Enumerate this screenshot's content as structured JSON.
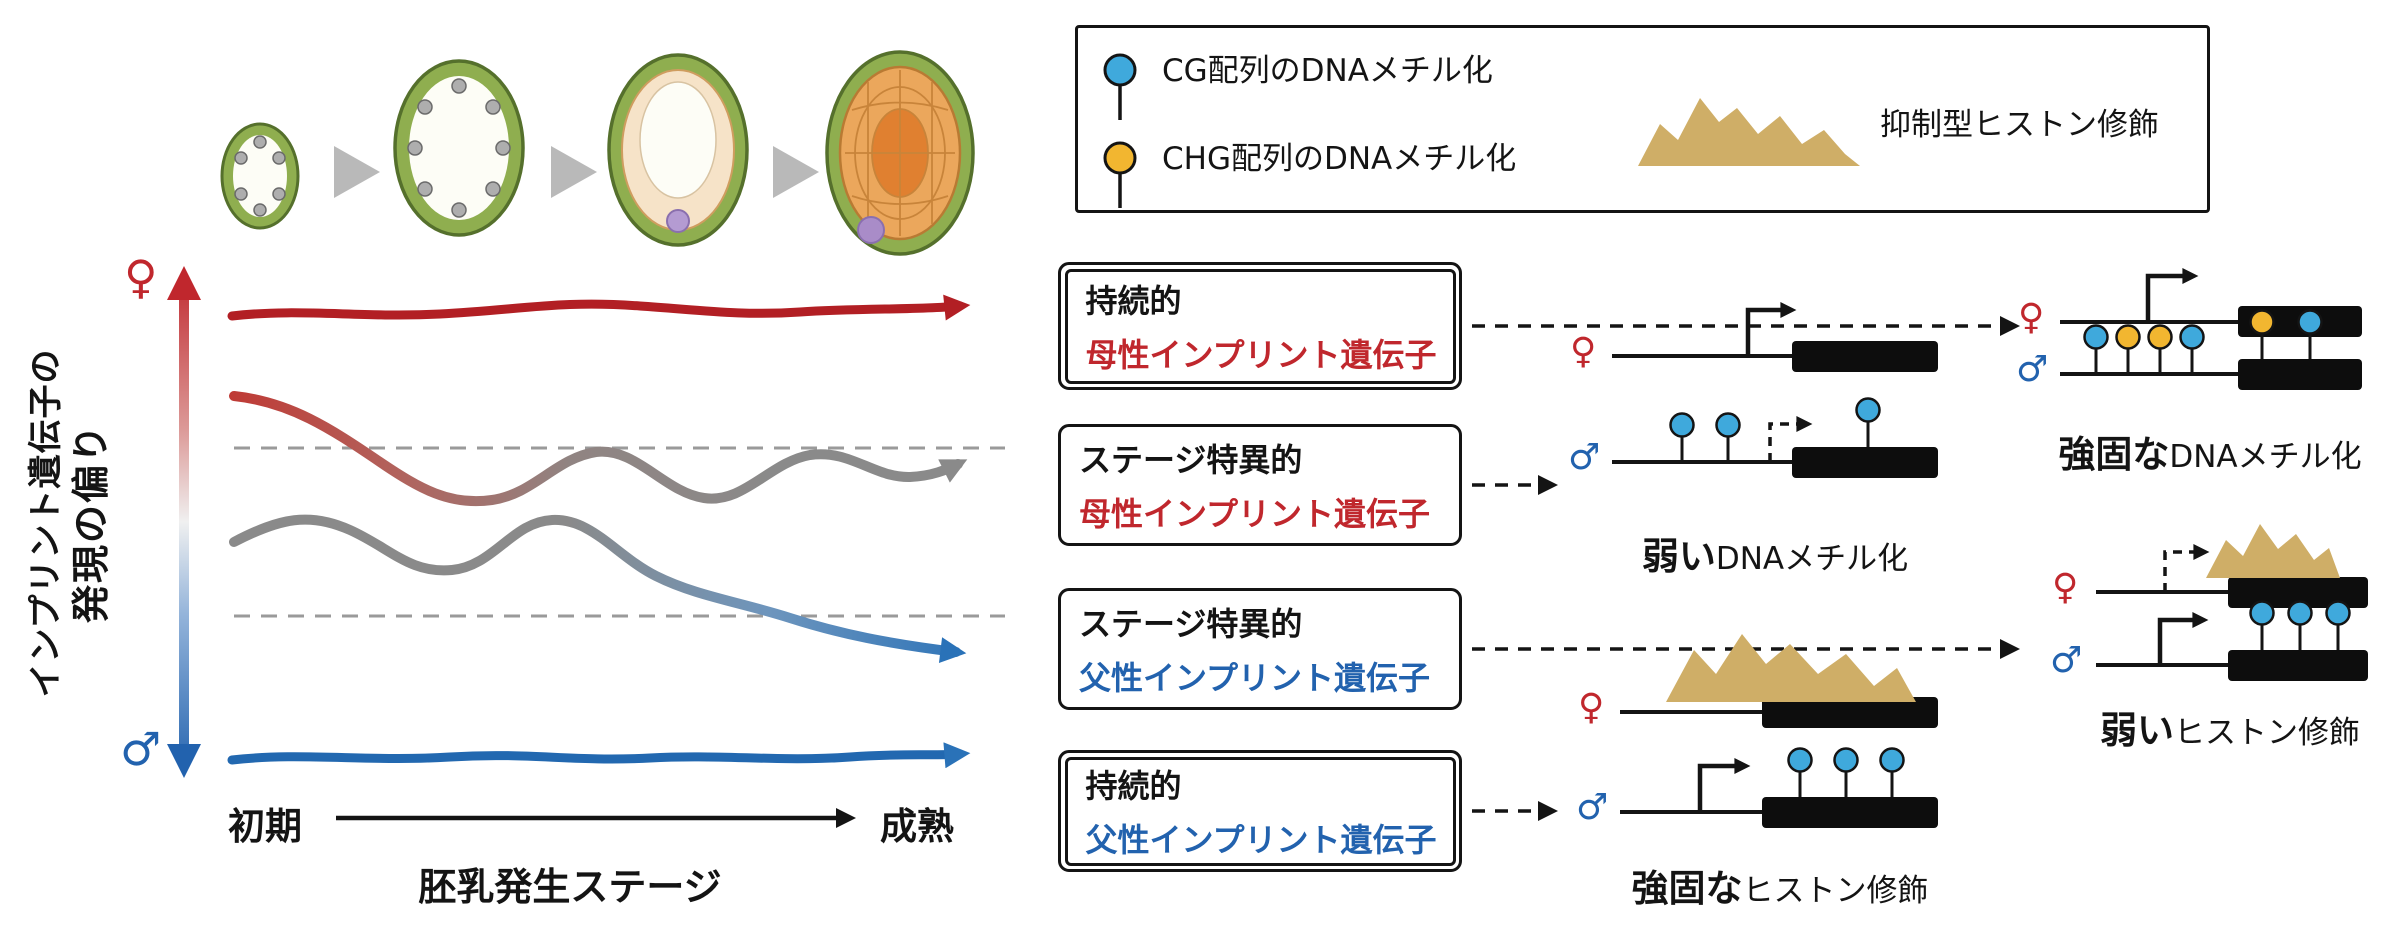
{
  "symbols": {
    "female": "♀",
    "male": "♂"
  },
  "colors": {
    "maternal": "#c0272d",
    "paternal": "#2262ae",
    "persistent_maternal_curve": "#b21f24",
    "persistent_paternal_curve": "#2268b0",
    "neutral_gray": "#8a8a8a",
    "cg_methylation": "#3fa9dc",
    "chg_methylation": "#f2b630",
    "histone_mark": "#cfae67",
    "stage_arrow_gray": "#b9b9b9"
  },
  "left_plot": {
    "y_axis_title_line1": "インプリント遺伝子の",
    "y_axis_title_line2": "発現の偏り",
    "x_start_label": "初期",
    "x_end_label": "成熟",
    "x_axis_title": "胚乳発生ステージ",
    "seed_stage_count": 4,
    "curves": [
      {
        "name": "persistent-maternal",
        "color": "#b21f24",
        "description": "stays maternal-biased (high, red) across all stages with small fluctuations"
      },
      {
        "name": "stage-specific-maternal",
        "color": "red-to-gray gradient",
        "description": "starts maternal-biased (red), fades to gray while oscillating around the upper neutral dashed line"
      },
      {
        "name": "stage-specific-paternal",
        "color": "gray-to-blue gradient",
        "description": "starts neutral (gray), oscillates, then shifts downward into paternal bias (blue)"
      },
      {
        "name": "persistent-paternal",
        "color": "#2268b0",
        "description": "stays paternal-biased (low, blue) across all stages with small fluctuations"
      }
    ]
  },
  "legend": {
    "items": [
      {
        "icon": "cg-methylation-pin",
        "label": "CG配列のDNAメチル化"
      },
      {
        "icon": "chg-methylation-pin",
        "label": "CHG配列のDNAメチル化"
      },
      {
        "icon": "repressive-histone-mound",
        "label": "抑制型ヒストン修飾"
      }
    ]
  },
  "categories": [
    {
      "line1": "持続的",
      "line2": "母性インプリント遺伝子",
      "parent": "maternal",
      "frame": "double"
    },
    {
      "line1": "ステージ特異的",
      "line2": "母性インプリント遺伝子",
      "parent": "maternal",
      "frame": "single"
    },
    {
      "line1": "ステージ特異的",
      "line2": "父性インプリント遺伝子",
      "parent": "paternal",
      "frame": "single"
    },
    {
      "line1": "持続的",
      "line2": "父性インプリント遺伝子",
      "parent": "paternal",
      "frame": "double"
    }
  ],
  "gene_diagrams": [
    {
      "name": "robust-dna-methylation",
      "label_bold": "強固な",
      "label_rest": "DNAメチル化",
      "maternal_allele": "expressed (solid bent arrow)",
      "paternal_allele": "silenced by dense CG + CHG methylation",
      "paternal_pins": [
        "cg",
        "chg",
        "chg",
        "cg",
        "chg",
        "cg"
      ]
    },
    {
      "name": "weak-dna-methylation",
      "label_bold": "弱い",
      "label_rest": "DNAメチル化",
      "maternal_allele": "expressed (solid bent arrow)",
      "paternal_allele": "weakly expressed (dashed bent arrow), sparse CG methylation",
      "paternal_pins": [
        "cg",
        "cg",
        "cg"
      ]
    },
    {
      "name": "weak-histone-modification",
      "label_bold": "弱い",
      "label_rest": "ヒストン修飾",
      "maternal_allele": "weakly expressed (dashed bent arrow), small repressive histone mound",
      "paternal_allele": "expressed (solid bent arrow), CG pins on gene body",
      "paternal_pins": [
        "cg",
        "cg",
        "cg"
      ]
    },
    {
      "name": "robust-histone-modification",
      "label_bold": "強固な",
      "label_rest": "ヒストン修飾",
      "maternal_allele": "silenced by large repressive histone mound",
      "paternal_allele": "expressed (solid bent arrow), CG pins on gene body",
      "paternal_pins": [
        "cg",
        "cg",
        "cg"
      ]
    }
  ]
}
